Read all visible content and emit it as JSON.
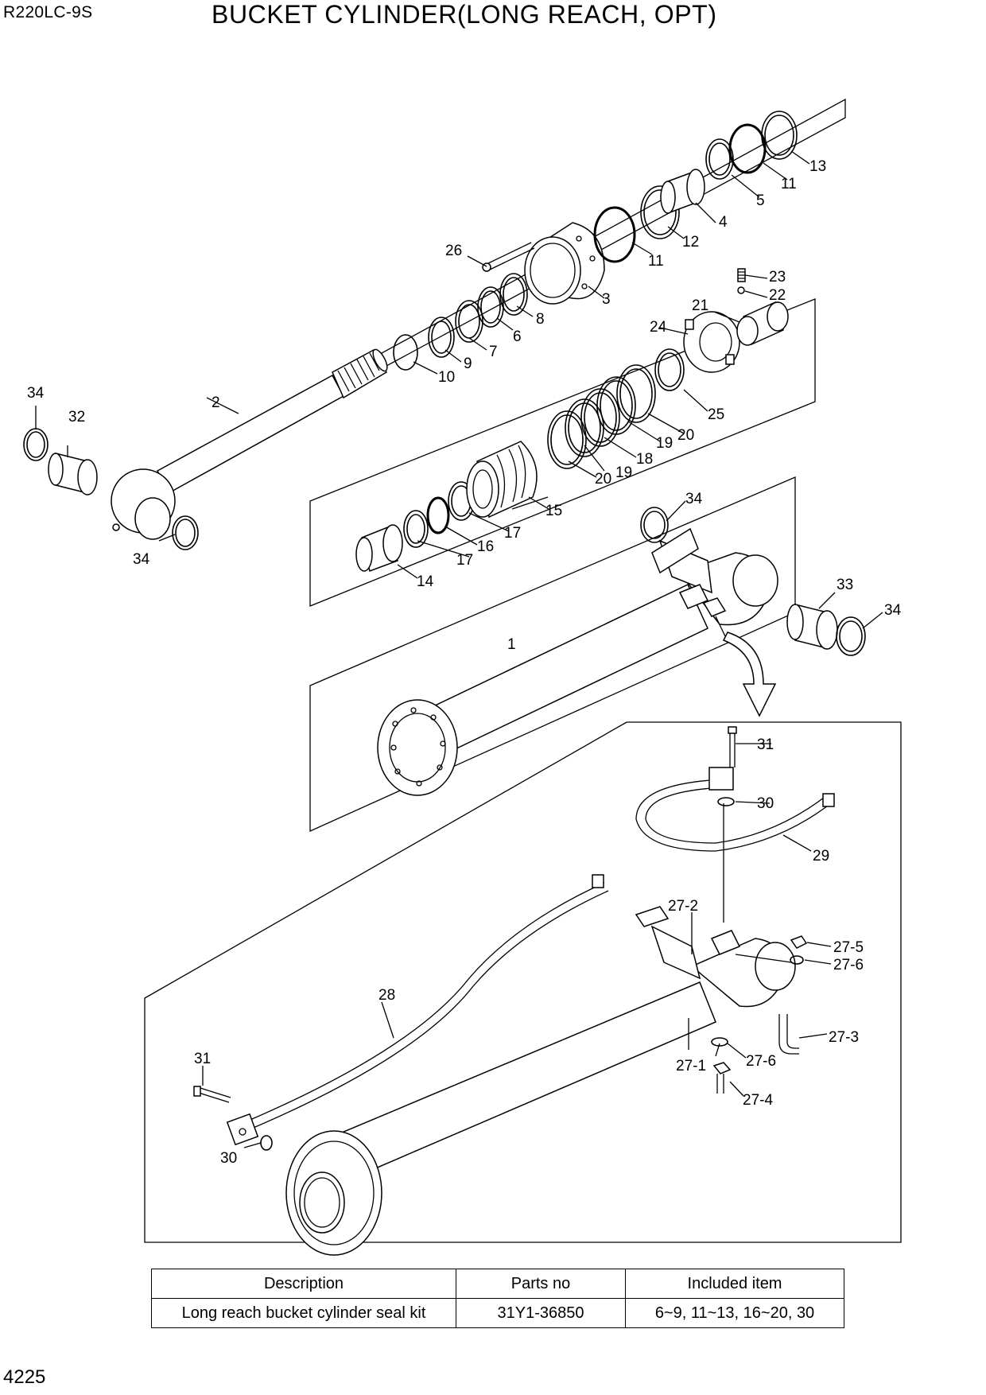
{
  "header": {
    "model": "R220LC-9S",
    "title": "BUCKET CYLINDER(LONG REACH, OPT)"
  },
  "callouts": {
    "p1": "1",
    "p2": "2",
    "p3": "3",
    "p4": "4",
    "p5": "5",
    "p6": "6",
    "p7": "7",
    "p8": "8",
    "p9": "9",
    "p10": "10",
    "p11a": "11",
    "p11b": "11",
    "p12": "12",
    "p13": "13",
    "p14": "14",
    "p15": "15",
    "p16": "16",
    "p17a": "17",
    "p17b": "17",
    "p18": "18",
    "p19a": "19",
    "p19b": "19",
    "p20a": "20",
    "p20b": "20",
    "p21": "21",
    "p22": "22",
    "p23": "23",
    "p24": "24",
    "p25": "25",
    "p26": "26",
    "p27_1": "27-1",
    "p27_2": "27-2",
    "p27_3": "27-3",
    "p27_4": "27-4",
    "p27_5": "27-5",
    "p27_6a": "27-6",
    "p27_6b": "27-6",
    "p28": "28",
    "p29": "29",
    "p30a": "30",
    "p30b": "30",
    "p31a": "31",
    "p31b": "31",
    "p32": "32",
    "p33": "33",
    "p34a": "34",
    "p34b": "34",
    "p34c": "34",
    "p34d": "34"
  },
  "seal_kit_table": {
    "headers": [
      "Description",
      "Parts no",
      "Included item"
    ],
    "rows": [
      [
        "Long reach bucket cylinder seal kit",
        "31Y1-36850",
        "6~9, 11~13, 16~20, 30"
      ]
    ]
  },
  "footer": {
    "page_number": "4225"
  }
}
